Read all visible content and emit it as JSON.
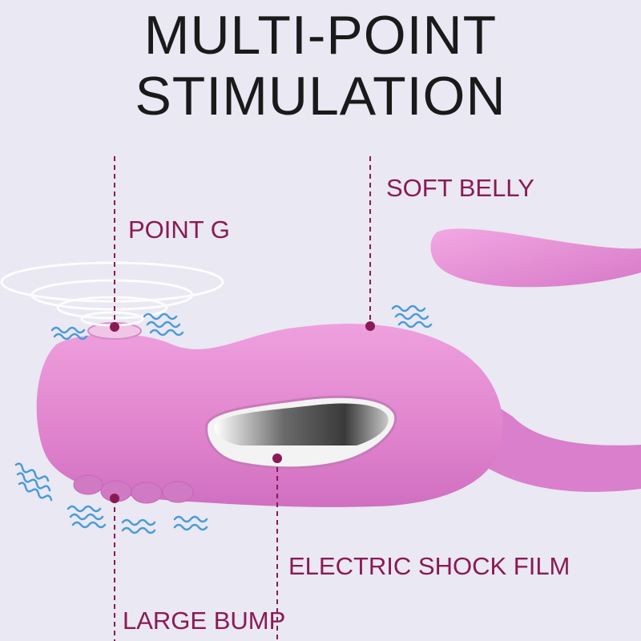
{
  "title": {
    "line1": "MULTI-POINT",
    "line2": "STIMULATION"
  },
  "labels": {
    "point_g": "POINT G",
    "soft_belly": "SOFT BELLY",
    "electric_shock_film": "ELECTRIC SHOCK FILM",
    "large_bump": "LARGE BUMP"
  },
  "colors": {
    "background": "#e9e8f3",
    "label_text": "#8a1a55",
    "title_text": "#1a1a1a",
    "device_pink": "#e48ad0",
    "vibration_blue": "#4a9ad8"
  }
}
